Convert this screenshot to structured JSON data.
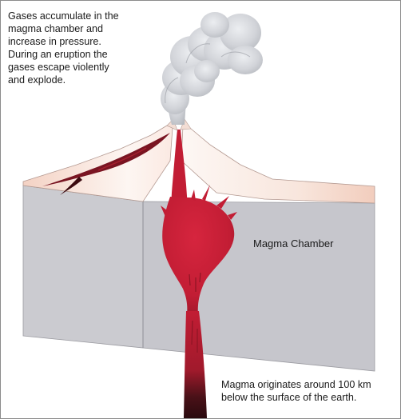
{
  "captions": {
    "gas_pressure": "Gases accumulate in the\nmagma chamber and\nincrease in pressure.\nDuring an eruption the\ngases escape violently\nand explode.",
    "magma_chamber": "Magma Chamber",
    "magma_origin": "Magma originates around 100 km\nbelow the surface of the earth."
  },
  "colors": {
    "ground_face": "#cbcbd0",
    "ground_face_dark": "#b2b2b8",
    "slope": "#fbf1ec",
    "magma": "#c51e36",
    "magma_dark": "#5a1018",
    "smoke": "#cfd1d6"
  }
}
